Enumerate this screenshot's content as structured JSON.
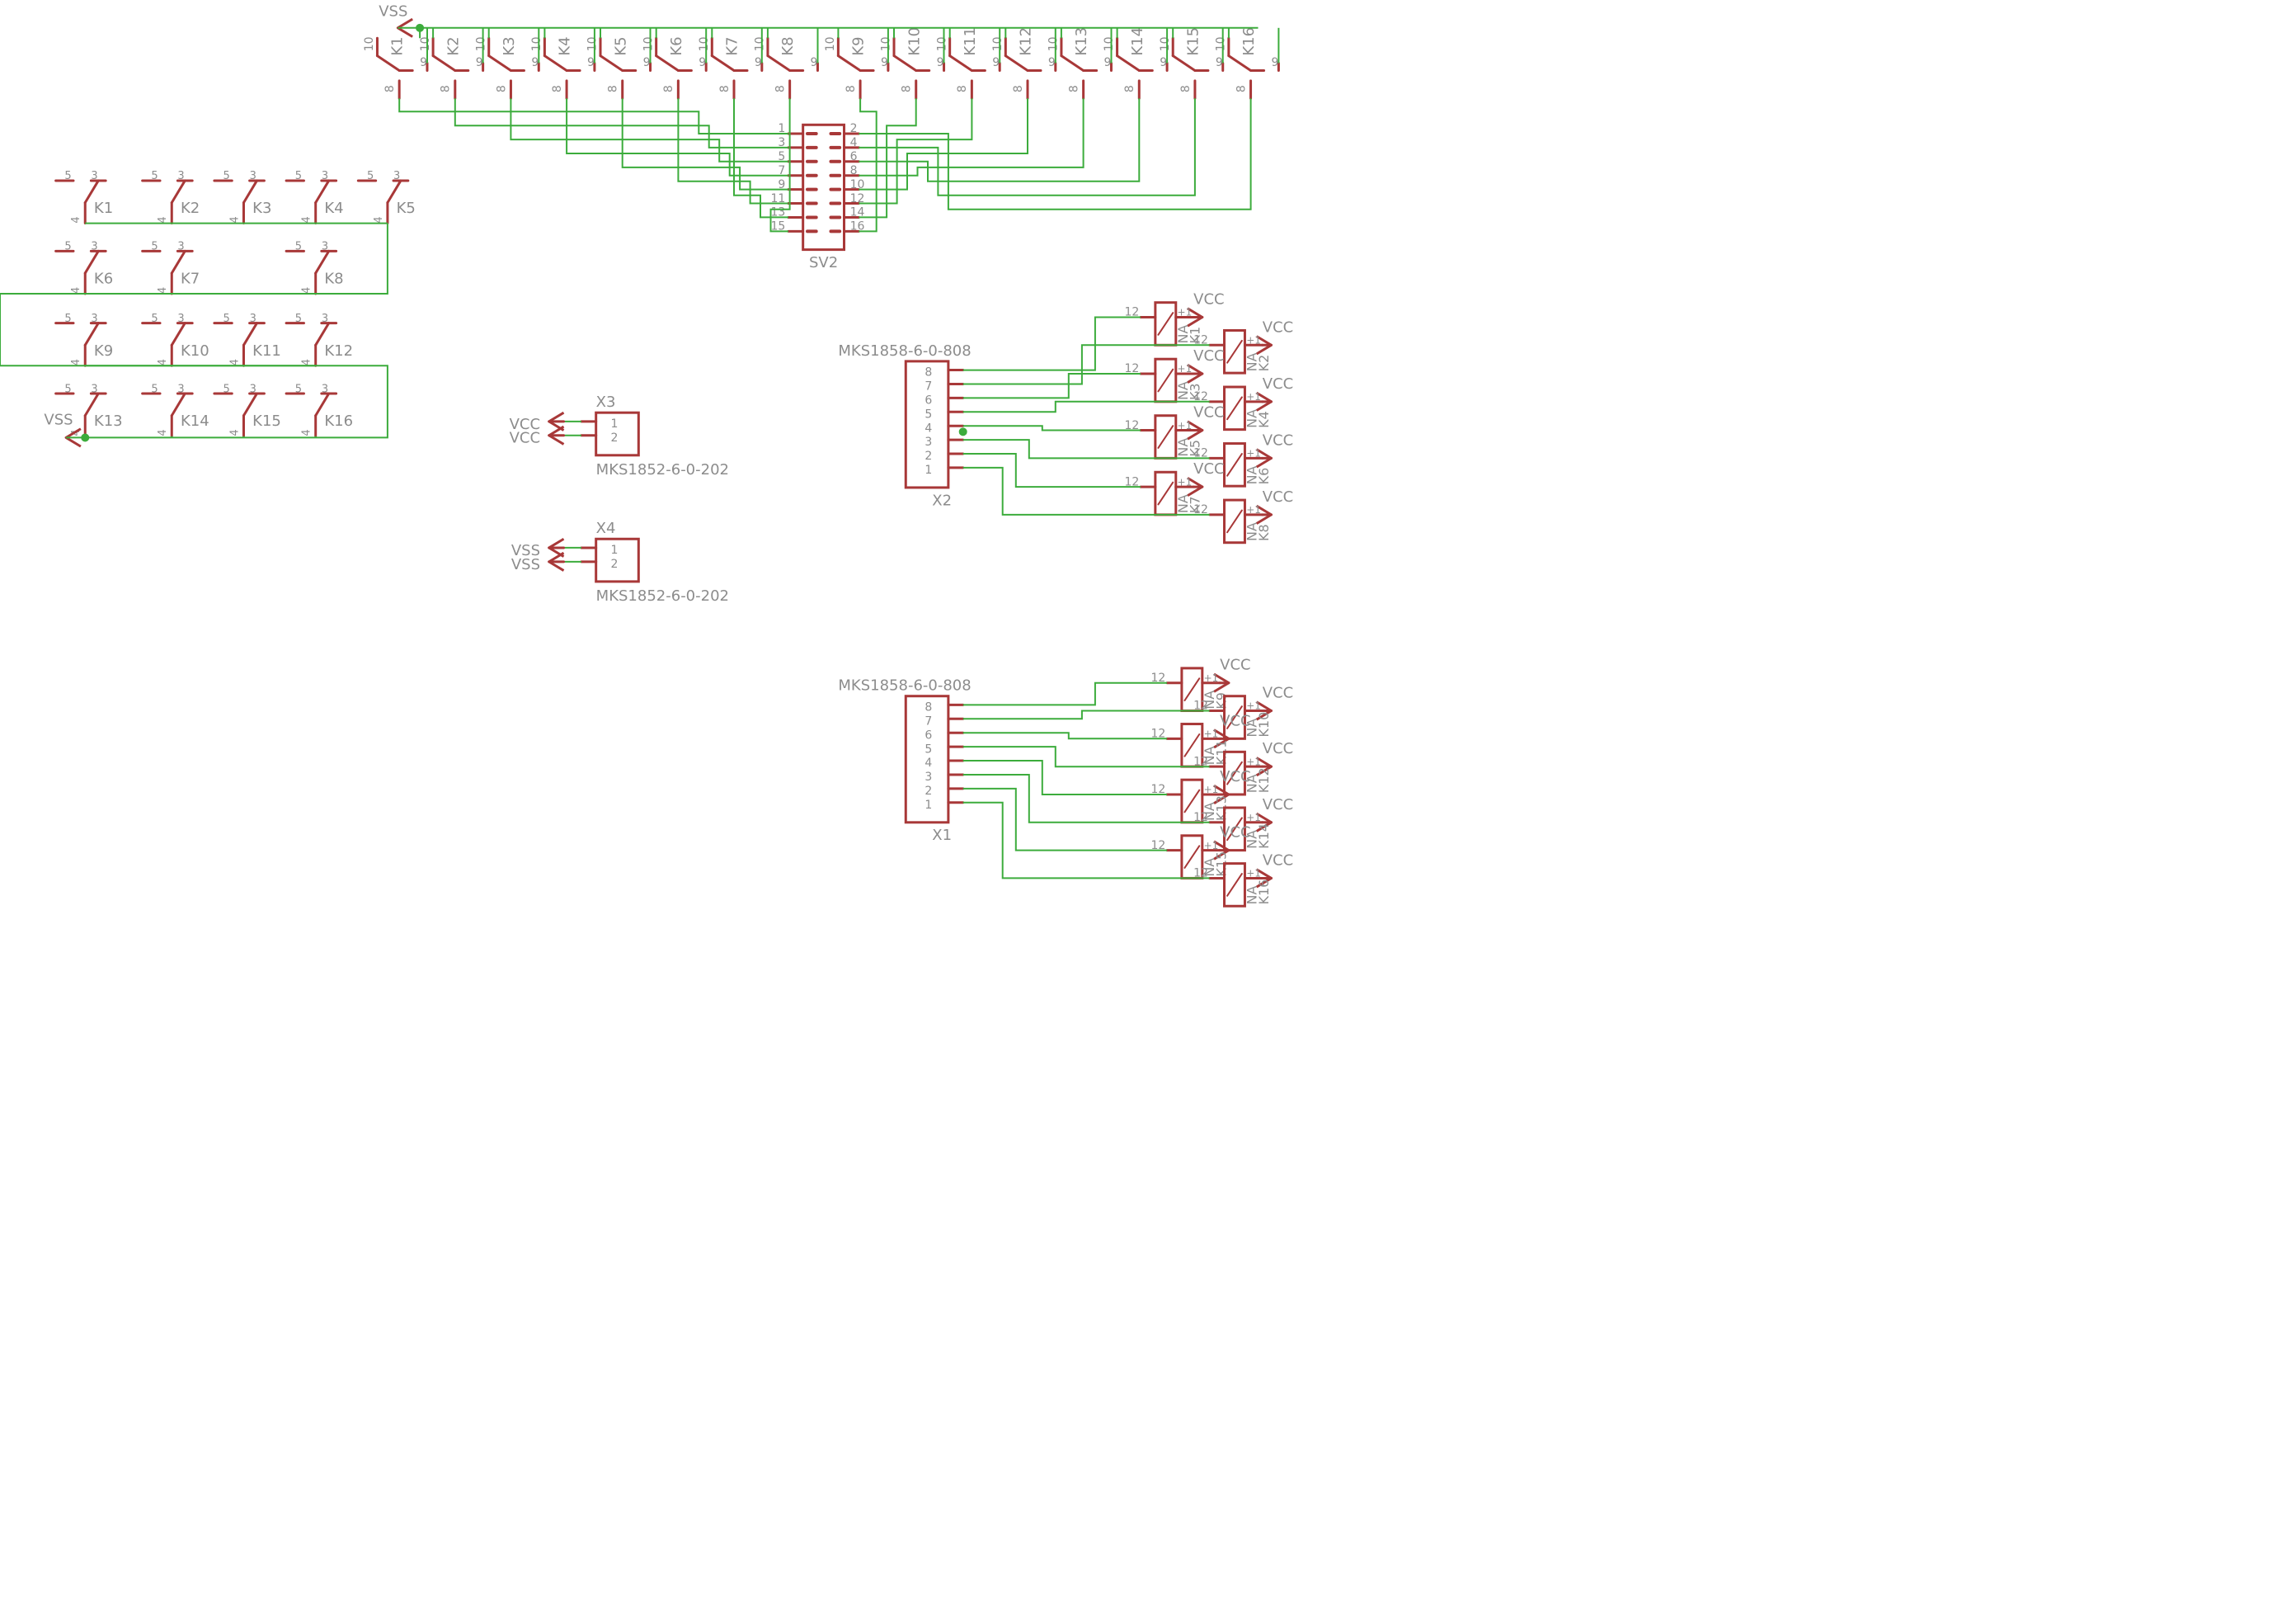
{
  "colors": {
    "wire": "#3cac3c",
    "part": "#a83838",
    "label": "#8c8c8c",
    "junction": "#3cac3c"
  },
  "power": {
    "vss": "VSS",
    "vcc": "VCC"
  },
  "top_contacts": {
    "names": [
      "K1",
      "K2",
      "K3",
      "K4",
      "K5",
      "K6",
      "K7",
      "K8",
      "K9",
      "K10",
      "K11",
      "K12",
      "K13",
      "K14",
      "K15",
      "K16"
    ],
    "pin_in": "10",
    "pin_out": "9",
    "pin_common": "8"
  },
  "left_contacts": {
    "rows": [
      [
        "K1",
        "K2",
        "K3",
        "K4",
        "K5"
      ],
      [
        "K6",
        "K7",
        "",
        "K8",
        ""
      ],
      [
        "K9",
        "K10",
        "K11",
        "K12",
        ""
      ],
      [
        "K13",
        "K14",
        "K15",
        "K16",
        ""
      ]
    ],
    "pin_a": "5",
    "pin_b": "3",
    "pin_c": "4"
  },
  "sv2": {
    "name": "SV2",
    "left_pins": [
      "1",
      "3",
      "5",
      "7",
      "9",
      "11",
      "13",
      "15"
    ],
    "right_pins": [
      "2",
      "4",
      "6",
      "8",
      "10",
      "12",
      "14",
      "16"
    ]
  },
  "x3": {
    "name": "X3",
    "value": "MKS1852-6-0-202",
    "pins": [
      "1",
      "2"
    ],
    "nets": [
      "VCC",
      "VCC"
    ]
  },
  "x4": {
    "name": "X4",
    "value": "MKS1852-6-0-202",
    "pins": [
      "1",
      "2"
    ],
    "nets": [
      "VSS",
      "VSS"
    ]
  },
  "x2": {
    "name": "X2",
    "value": "MKS1858-6-0-808",
    "pins": [
      "8",
      "7",
      "6",
      "5",
      "4",
      "3",
      "2",
      "1"
    ]
  },
  "x1": {
    "name": "X1",
    "value": "MKS1858-6-0-808",
    "pins": [
      "8",
      "7",
      "6",
      "5",
      "4",
      "3",
      "2",
      "1"
    ]
  },
  "coils": {
    "pin_minus": "12",
    "pin_plus": "+1",
    "value": "NA",
    "upper": [
      "K1",
      "K2",
      "K3",
      "K4",
      "K5",
      "K6",
      "K7",
      "K8"
    ],
    "lower": [
      "K9",
      "K10",
      "K11",
      "K12",
      "K13",
      "K14",
      "K15",
      "K16"
    ]
  }
}
